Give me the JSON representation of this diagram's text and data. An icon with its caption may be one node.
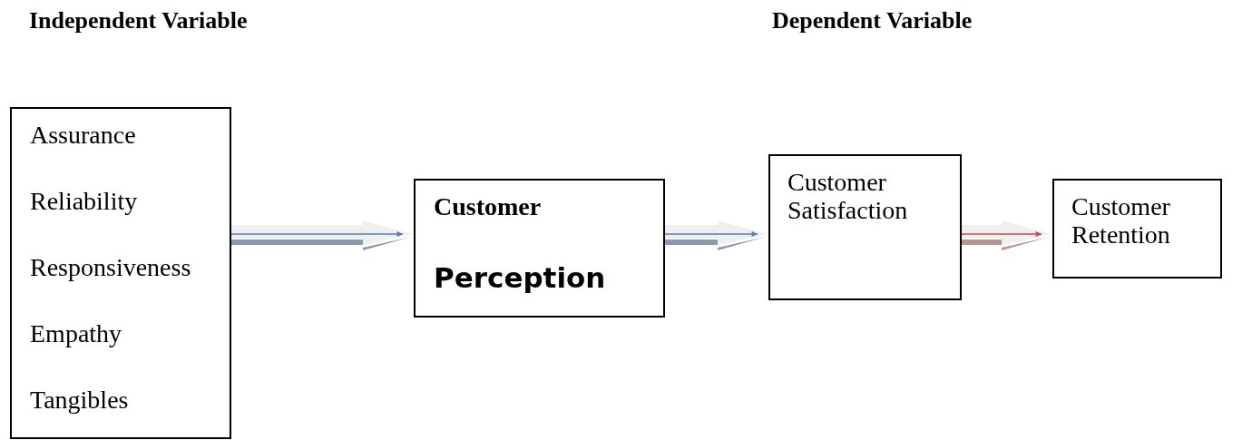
{
  "diagram": {
    "nodes": [
      {
        "text": [
          "Assurance",
          "Reliability",
          "Responsiveness",
          "Empathy",
          "Tangibles"
        ]
      },
      {
        "text": [
          "Customer",
          "Perception"
        ]
      },
      {
        "text": [
          "Customer Satisfaction"
        ]
      },
      {
        "text": [
          "Customer Retention"
        ]
      }
    ],
    "edges": [
      {
        "from": 0,
        "to": 1,
        "arrow": "to"
      },
      {
        "from": 1,
        "to": 2,
        "arrow": "to"
      },
      {
        "from": 2,
        "to": 3,
        "arrow": "to",
        "color": "#c0504d"
      }
    ],
    "labels": [
      "Independent Variable",
      "Dependent Variable"
    ]
  }
}
